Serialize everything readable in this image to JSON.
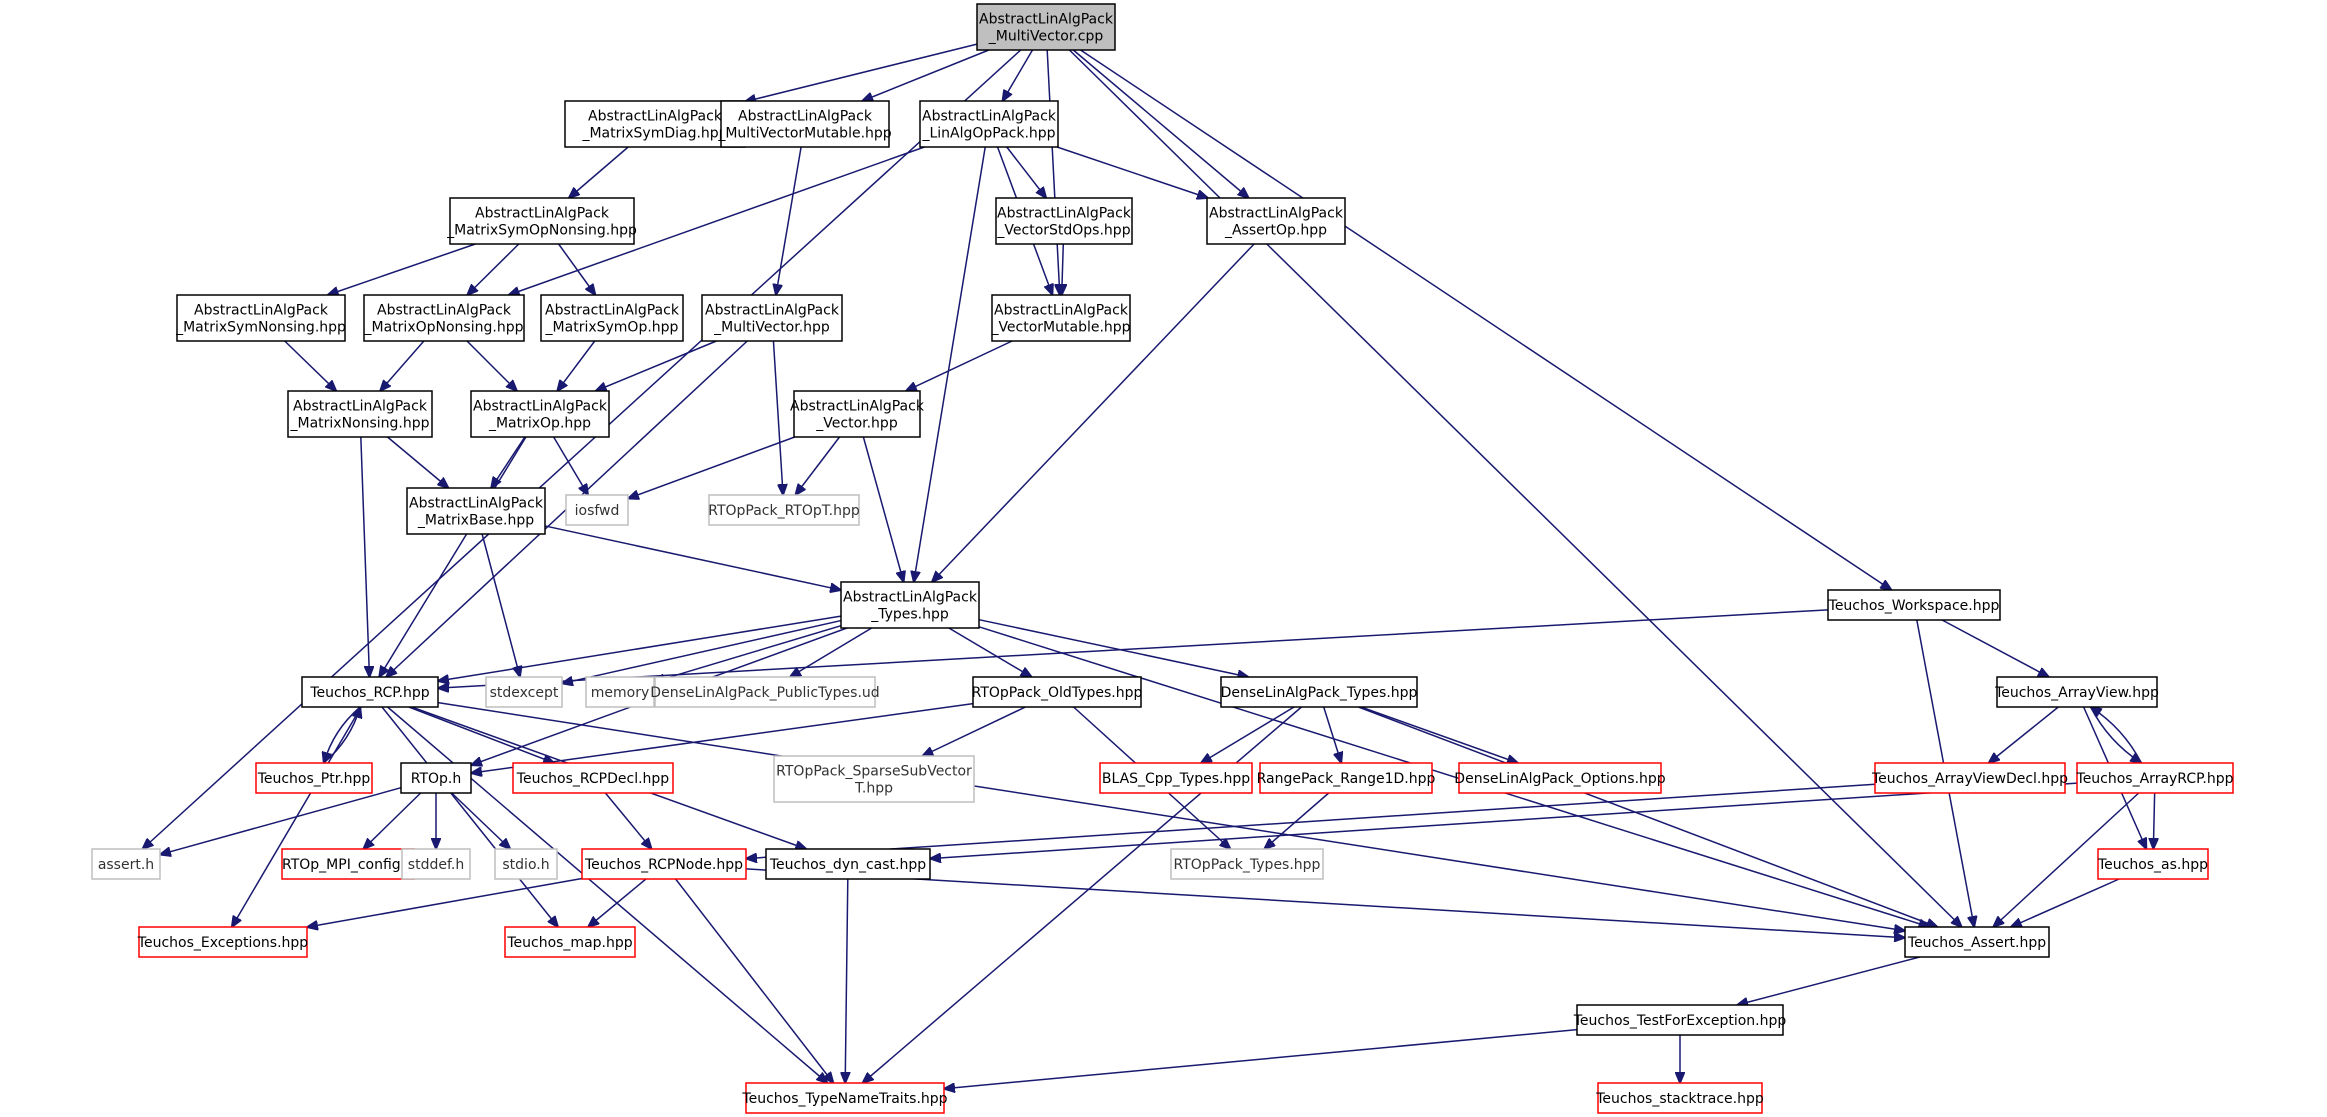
{
  "colors": {
    "edge": "#191970",
    "focus_fill": "#bfbfbf",
    "normal_border": "#000000",
    "truncated_border": "#ff0000",
    "external_border": "#bfbfbf"
  },
  "nodes": [
    {
      "id": "multivector_cpp",
      "kind": "focus",
      "lines": [
        "AbstractLinAlgPack",
        "_MultiVector.cpp"
      ]
    },
    {
      "id": "matrixsymdiag",
      "kind": "normal",
      "lines": [
        "AbstractLinAlgPack",
        "_MatrixSymDiag.hpp"
      ]
    },
    {
      "id": "multivectormutable",
      "kind": "normal",
      "lines": [
        "AbstractLinAlgPack",
        "_MultiVectorMutable.hpp"
      ]
    },
    {
      "id": "linalgoppack",
      "kind": "normal",
      "lines": [
        "AbstractLinAlgPack",
        "_LinAlgOpPack.hpp"
      ]
    },
    {
      "id": "vectorstdops",
      "kind": "normal",
      "lines": [
        "AbstractLinAlgPack",
        "_VectorStdOps.hpp"
      ]
    },
    {
      "id": "assertop",
      "kind": "normal",
      "lines": [
        "AbstractLinAlgPack",
        "_AssertOp.hpp"
      ]
    },
    {
      "id": "matrixsymopnonsing",
      "kind": "normal",
      "lines": [
        "AbstractLinAlgPack",
        "_MatrixSymOpNonsing.hpp"
      ]
    },
    {
      "id": "matrixsymnonsing",
      "kind": "normal",
      "lines": [
        "AbstractLinAlgPack",
        "_MatrixSymNonsing.hpp"
      ]
    },
    {
      "id": "matrixopnonsing",
      "kind": "normal",
      "lines": [
        "AbstractLinAlgPack",
        "_MatrixOpNonsing.hpp"
      ]
    },
    {
      "id": "matrixsymop",
      "kind": "normal",
      "lines": [
        "AbstractLinAlgPack",
        "_MatrixSymOp.hpp"
      ]
    },
    {
      "id": "multivector_hpp",
      "kind": "normal",
      "lines": [
        "AbstractLinAlgPack",
        "_MultiVector.hpp"
      ]
    },
    {
      "id": "vectormutable",
      "kind": "normal",
      "lines": [
        "AbstractLinAlgPack",
        "_VectorMutable.hpp"
      ]
    },
    {
      "id": "matrixnonsing",
      "kind": "normal",
      "lines": [
        "AbstractLinAlgPack",
        "_MatrixNonsing.hpp"
      ]
    },
    {
      "id": "matrixop",
      "kind": "normal",
      "lines": [
        "AbstractLinAlgPack",
        "_MatrixOp.hpp"
      ]
    },
    {
      "id": "vector",
      "kind": "normal",
      "lines": [
        "AbstractLinAlgPack",
        "_Vector.hpp"
      ]
    },
    {
      "id": "matrixbase",
      "kind": "normal",
      "lines": [
        "AbstractLinAlgPack",
        "_MatrixBase.hpp"
      ]
    },
    {
      "id": "iosfwd",
      "kind": "external",
      "lines": [
        "iosfwd"
      ]
    },
    {
      "id": "rtoppack_rtopt",
      "kind": "external",
      "lines": [
        "RTOpPack_RTOpT.hpp"
      ]
    },
    {
      "id": "types",
      "kind": "normal",
      "lines": [
        "AbstractLinAlgPack",
        "_Types.hpp"
      ]
    },
    {
      "id": "workspace",
      "kind": "normal",
      "lines": [
        "Teuchos_Workspace.hpp"
      ]
    },
    {
      "id": "teuchos_rcp",
      "kind": "normal",
      "lines": [
        "Teuchos_RCP.hpp"
      ]
    },
    {
      "id": "stdexcept",
      "kind": "external",
      "lines": [
        "stdexcept"
      ]
    },
    {
      "id": "memory",
      "kind": "external",
      "lines": [
        "memory"
      ]
    },
    {
      "id": "publictypes",
      "kind": "external",
      "lines": [
        "DenseLinAlgPack_PublicTypes.ud"
      ]
    },
    {
      "id": "oldtypes",
      "kind": "normal",
      "lines": [
        "RTOpPack_OldTypes.hpp"
      ]
    },
    {
      "id": "denselinalgpack_types",
      "kind": "normal",
      "lines": [
        "DenseLinAlgPack_Types.hpp"
      ]
    },
    {
      "id": "arrayview",
      "kind": "normal",
      "lines": [
        "Teuchos_ArrayView.hpp"
      ]
    },
    {
      "id": "ptr",
      "kind": "truncated",
      "lines": [
        "Teuchos_Ptr.hpp"
      ]
    },
    {
      "id": "rtop_h",
      "kind": "normal",
      "lines": [
        "RTOp.h"
      ]
    },
    {
      "id": "rcpdecl",
      "kind": "truncated",
      "lines": [
        "Teuchos_RCPDecl.hpp"
      ]
    },
    {
      "id": "sparsesubvector",
      "kind": "external",
      "lines": [
        "RTOpPack_SparseSubVector",
        "T.hpp"
      ]
    },
    {
      "id": "blas",
      "kind": "truncated",
      "lines": [
        "BLAS_Cpp_Types.hpp"
      ]
    },
    {
      "id": "range1d",
      "kind": "truncated",
      "lines": [
        "RangePack_Range1D.hpp"
      ]
    },
    {
      "id": "dense_options",
      "kind": "truncated",
      "lines": [
        "DenseLinAlgPack_Options.hpp"
      ]
    },
    {
      "id": "arrayviewdecl",
      "kind": "truncated",
      "lines": [
        "Teuchos_ArrayViewDecl.hpp"
      ]
    },
    {
      "id": "arrayrcp",
      "kind": "truncated",
      "lines": [
        "Teuchos_ArrayRCP.hpp"
      ]
    },
    {
      "id": "assert_h",
      "kind": "external",
      "lines": [
        "assert.h"
      ]
    },
    {
      "id": "mpi_config",
      "kind": "truncated",
      "lines": [
        "RTOp_MPI_config.h"
      ]
    },
    {
      "id": "stddef",
      "kind": "external",
      "lines": [
        "stddef.h"
      ]
    },
    {
      "id": "stdio",
      "kind": "external",
      "lines": [
        "stdio.h"
      ]
    },
    {
      "id": "rcpnode",
      "kind": "truncated",
      "lines": [
        "Teuchos_RCPNode.hpp"
      ]
    },
    {
      "id": "dyn_cast",
      "kind": "normal",
      "lines": [
        "Teuchos_dyn_cast.hpp"
      ]
    },
    {
      "id": "rtoppack_types",
      "kind": "external",
      "lines": [
        "RTOpPack_Types.hpp"
      ]
    },
    {
      "id": "teuchos_as",
      "kind": "truncated",
      "lines": [
        "Teuchos_as.hpp"
      ]
    },
    {
      "id": "exceptions",
      "kind": "truncated",
      "lines": [
        "Teuchos_Exceptions.hpp"
      ]
    },
    {
      "id": "map",
      "kind": "truncated",
      "lines": [
        "Teuchos_map.hpp"
      ]
    },
    {
      "id": "teuchos_assert",
      "kind": "normal",
      "lines": [
        "Teuchos_Assert.hpp"
      ]
    },
    {
      "id": "testforexception",
      "kind": "normal",
      "lines": [
        "Teuchos_TestForException.hpp"
      ]
    },
    {
      "id": "typenametraits",
      "kind": "truncated",
      "lines": [
        "Teuchos_TypeNameTraits.hpp"
      ]
    },
    {
      "id": "stacktrace",
      "kind": "truncated",
      "lines": [
        "Teuchos_stacktrace.hpp"
      ]
    }
  ],
  "edges": [
    [
      "multivector_cpp",
      "matrixsymdiag"
    ],
    [
      "multivector_cpp",
      "multivectormutable"
    ],
    [
      "multivector_cpp",
      "linalgoppack"
    ],
    [
      "multivector_cpp",
      "assertop"
    ],
    [
      "multivector_cpp",
      "vectormutable"
    ],
    [
      "multivector_cpp",
      "workspace"
    ],
    [
      "multivector_cpp",
      "teuchos_assert"
    ],
    [
      "multivector_cpp",
      "assert_h"
    ],
    [
      "matrixsymdiag",
      "matrixsymopnonsing"
    ],
    [
      "multivectormutable",
      "multivector_hpp"
    ],
    [
      "linalgoppack",
      "vectorstdops"
    ],
    [
      "linalgoppack",
      "assertop"
    ],
    [
      "linalgoppack",
      "matrixopnonsing"
    ],
    [
      "linalgoppack",
      "vectormutable"
    ],
    [
      "linalgoppack",
      "types"
    ],
    [
      "vectorstdops",
      "vectormutable"
    ],
    [
      "assertop",
      "types"
    ],
    [
      "matrixsymopnonsing",
      "matrixsymnonsing"
    ],
    [
      "matrixsymopnonsing",
      "matrixopnonsing"
    ],
    [
      "matrixsymopnonsing",
      "matrixsymop"
    ],
    [
      "matrixsymnonsing",
      "matrixnonsing"
    ],
    [
      "matrixopnonsing",
      "matrixnonsing"
    ],
    [
      "matrixopnonsing",
      "matrixop"
    ],
    [
      "matrixsymop",
      "matrixop"
    ],
    [
      "multivector_hpp",
      "matrixop"
    ],
    [
      "multivector_hpp",
      "rtoppack_rtopt"
    ],
    [
      "multivector_hpp",
      "teuchos_rcp"
    ],
    [
      "vectormutable",
      "vector"
    ],
    [
      "matrixnonsing",
      "matrixbase"
    ],
    [
      "matrixnonsing",
      "teuchos_rcp"
    ],
    [
      "matrixop",
      "matrixbase"
    ],
    [
      "matrixop",
      "iosfwd"
    ],
    [
      "matrixop",
      "teuchos_rcp"
    ],
    [
      "vector",
      "iosfwd"
    ],
    [
      "vector",
      "rtoppack_rtopt"
    ],
    [
      "vector",
      "types"
    ],
    [
      "matrixbase",
      "types"
    ],
    [
      "matrixbase",
      "stdexcept"
    ],
    [
      "types",
      "teuchos_rcp"
    ],
    [
      "types",
      "stdexcept"
    ],
    [
      "types",
      "memory"
    ],
    [
      "types",
      "publictypes"
    ],
    [
      "types",
      "oldtypes"
    ],
    [
      "types",
      "denselinalgpack_types"
    ],
    [
      "types",
      "rtop_h"
    ],
    [
      "types",
      "teuchos_assert"
    ],
    [
      "workspace",
      "teuchos_rcp"
    ],
    [
      "workspace",
      "arrayview"
    ],
    [
      "workspace",
      "teuchos_assert"
    ],
    [
      "teuchos_rcp",
      "ptr"
    ],
    [
      "ptr",
      "teuchos_rcp"
    ],
    [
      "teuchos_rcp",
      "rcpdecl"
    ],
    [
      "teuchos_rcp",
      "exceptions"
    ],
    [
      "teuchos_rcp",
      "map"
    ],
    [
      "teuchos_rcp",
      "dyn_cast"
    ],
    [
      "teuchos_rcp",
      "teuchos_assert"
    ],
    [
      "teuchos_rcp",
      "typenametraits"
    ],
    [
      "oldtypes",
      "rtop_h"
    ],
    [
      "oldtypes",
      "sparsesubvector"
    ],
    [
      "oldtypes",
      "rtoppack_types"
    ],
    [
      "denselinalgpack_types",
      "blas"
    ],
    [
      "denselinalgpack_types",
      "range1d"
    ],
    [
      "denselinalgpack_types",
      "dense_options"
    ],
    [
      "denselinalgpack_types",
      "typenametraits"
    ],
    [
      "denselinalgpack_types",
      "teuchos_assert"
    ],
    [
      "range1d",
      "rtoppack_types"
    ],
    [
      "arrayview",
      "arrayviewdecl"
    ],
    [
      "arrayview",
      "arrayrcp"
    ],
    [
      "arrayrcp",
      "arrayview"
    ],
    [
      "arrayview",
      "teuchos_as"
    ],
    [
      "arrayviewdecl",
      "rcpnode"
    ],
    [
      "arrayrcp",
      "dyn_cast"
    ],
    [
      "arrayrcp",
      "teuchos_as"
    ],
    [
      "arrayrcp",
      "teuchos_assert"
    ],
    [
      "rtop_h",
      "assert_h"
    ],
    [
      "rtop_h",
      "mpi_config"
    ],
    [
      "rtop_h",
      "stddef"
    ],
    [
      "rtop_h",
      "stdio"
    ],
    [
      "rcpdecl",
      "rcpnode"
    ],
    [
      "rcpnode",
      "exceptions"
    ],
    [
      "rcpnode",
      "map"
    ],
    [
      "rcpnode",
      "teuchos_assert"
    ],
    [
      "rcpnode",
      "typenametraits"
    ],
    [
      "dyn_cast",
      "typenametraits"
    ],
    [
      "teuchos_as",
      "teuchos_assert"
    ],
    [
      "teuchos_assert",
      "testforexception"
    ],
    [
      "testforexception",
      "typenametraits"
    ],
    [
      "testforexception",
      "stacktrace"
    ]
  ]
}
